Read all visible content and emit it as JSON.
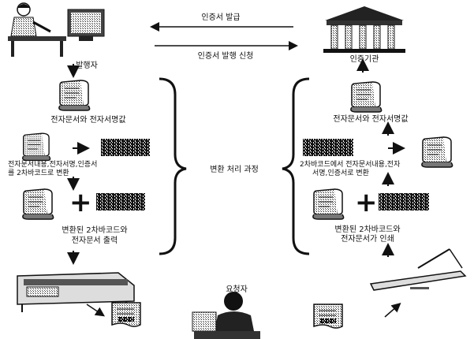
{
  "diagram": {
    "top": {
      "issue_arrow_label": "인증서 발급",
      "request_arrow_label": "인증서 발행 신청",
      "issuer_label": "발행자",
      "authority_label": "인증기관"
    },
    "left_steps": {
      "step1": "전자문서와 전자서명값",
      "step2_line1": "전자문서내용,전자서명,인증서",
      "step2_line2": "를 2차바코드로 변환",
      "step3_line1": "변환된 2차바코드와",
      "step3_line2": "전자문서 출력"
    },
    "center_label": "변환 처리 과정",
    "right_steps": {
      "step1": "전자문서와 전자서명값",
      "step2_line1": "2차바코드에서 전자문서내용,전자",
      "step2_line2": "서명,인증서로 변환",
      "step3_line1": "변환된 2차바코드와",
      "step3_line2": "전자문서가 인쇄"
    },
    "bottom": {
      "requester_label": "요청자"
    }
  }
}
